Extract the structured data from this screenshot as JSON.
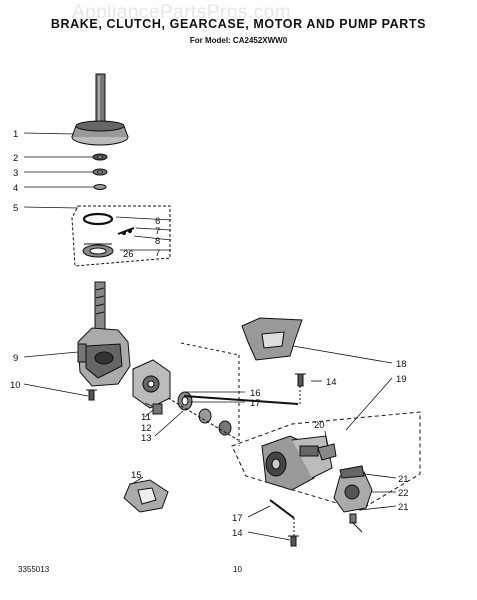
{
  "watermark": "AppliancePartsPros.com",
  "title": "BRAKE, CLUTCH, GEARCASE, MOTOR AND PUMP PARTS",
  "subtitle": "For Model: CA2452XWW0",
  "footer": {
    "doc_number": "3355013",
    "page_number": "10"
  },
  "callouts": [
    {
      "id": "c1",
      "label": "1"
    },
    {
      "id": "c2",
      "label": "2"
    },
    {
      "id": "c3",
      "label": "3"
    },
    {
      "id": "c4",
      "label": "4"
    },
    {
      "id": "c5",
      "label": "5"
    },
    {
      "id": "c6",
      "label": "6"
    },
    {
      "id": "c7a",
      "label": "7"
    },
    {
      "id": "c8",
      "label": "8"
    },
    {
      "id": "c26",
      "label": "26"
    },
    {
      "id": "c7b",
      "label": "7"
    },
    {
      "id": "c9",
      "label": "9"
    },
    {
      "id": "c10",
      "label": "10"
    },
    {
      "id": "c11",
      "label": "11"
    },
    {
      "id": "c12",
      "label": "12"
    },
    {
      "id": "c13",
      "label": "13"
    },
    {
      "id": "c14a",
      "label": "14"
    },
    {
      "id": "c15",
      "label": "15"
    },
    {
      "id": "c16",
      "label": "16"
    },
    {
      "id": "c17a",
      "label": "17"
    },
    {
      "id": "c18",
      "label": "18"
    },
    {
      "id": "c19",
      "label": "19"
    },
    {
      "id": "c20",
      "label": "20"
    },
    {
      "id": "c21a",
      "label": "21"
    },
    {
      "id": "c22",
      "label": "22"
    },
    {
      "id": "c21b",
      "label": "21"
    },
    {
      "id": "c17b",
      "label": "17"
    },
    {
      "id": "c14b",
      "label": "14"
    }
  ]
}
